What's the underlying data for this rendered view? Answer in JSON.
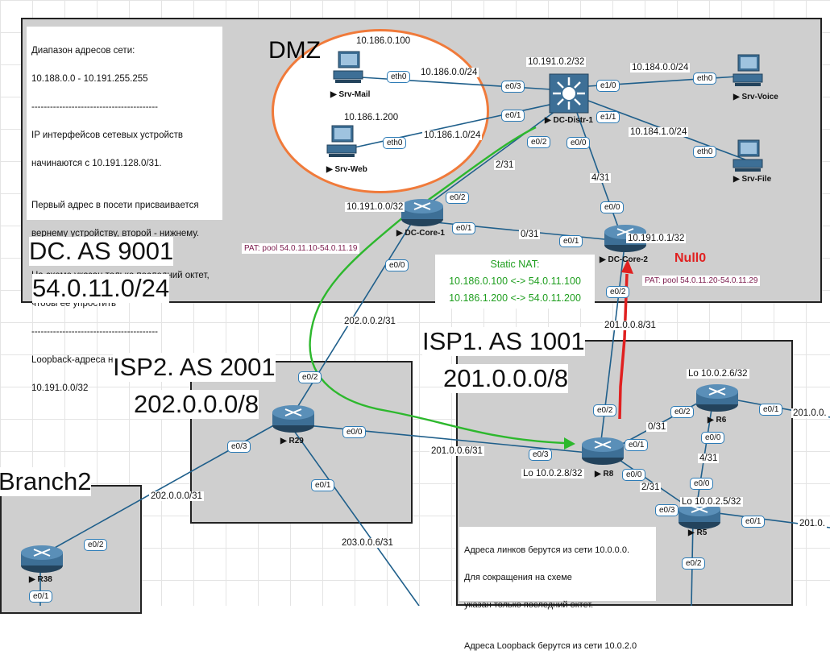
{
  "note_top": {
    "line1": "Диапазон адресов сети:",
    "line2": "10.188.0.0 - 10.191.255.255",
    "sep": "-----------------------------------------",
    "line3": "IP интерфейсов сетевых устройств",
    "line4": "начинаются с 10.191.128.0/31.",
    "line5": "Первый адрес в посети присваивается",
    "line6": "вернему устройству, второй - нижнему.",
    "line7": "На схеме указан только последний октет,",
    "line8": "чтобы ее упростить",
    "line9": "Loopback-адреса начинаются с",
    "line10": "10.191.0.0/32"
  },
  "titles": {
    "dmz": "DMZ",
    "dc_as": "DC. AS 9001",
    "dc_net": "54.0.11.0/24",
    "isp2_as": "ISP2. AS 2001",
    "isp2_net": "202.0.0.0/8",
    "isp1_as": "ISP1. AS 1001",
    "isp1_net": "201.0.0.0/8",
    "branch2": "Branch2"
  },
  "devices": {
    "srv_mail": "Srv-Mail",
    "srv_web": "Srv-Web",
    "srv_voice": "Srv-Voice",
    "srv_file": "Srv-File",
    "dc_distr": "DC-Distr-1",
    "dc_core1": "DC-Core-1",
    "dc_core2": "DC-Core-2",
    "r29": "R29",
    "r8": "R8",
    "r6": "R6",
    "r5": "R5",
    "r38": "R38"
  },
  "labels": {
    "ip_mail": "10.186.0.100",
    "ip_web": "10.186.1.200",
    "net_mail": "10.186.0.0/24",
    "net_web": "10.186.1.0/24",
    "distr_lo": "10.191.0.2/32",
    "net_voice": "10.184.0.0/24",
    "net_file": "10.184.1.0/24",
    "l_2_31": "2/31",
    "l_4_31": "4/31",
    "l_0_31": "0/31",
    "core1_lo": "10.191.0.0/32",
    "core2_lo": "10.191.0.1/32",
    "l_202_2": "202.0.0.2/31",
    "l_201_8": "201.0.0.8/31",
    "r6_lo": "Lo 10.0.2.6/32",
    "r8_lo": "Lo 10.0.2.8/32",
    "r5_lo": "Lo 10.0.2.5/32",
    "l_0_31b": "0/31",
    "l_4_31b": "4/31",
    "l_2_31b": "2/31",
    "l_201_6": "201.0.0.6/31",
    "l_202_0": "202.0.0.0/31",
    "l_203_6": "203.0.0.6/31",
    "r6_out": "201.0.0.",
    "r5_out": "201.0."
  },
  "ifaces": {
    "mail_eth0": "eth0",
    "web_eth0": "eth0",
    "voice_eth0": "eth0",
    "file_eth0": "eth0",
    "distr_e03": "e0/3",
    "distr_e01": "e0/1",
    "distr_e10": "e1/0",
    "distr_e11": "e1/1",
    "distr_e00": "e0/0",
    "distr_e02": "e0/2",
    "core1_e02": "e0/2",
    "core1_e01": "e0/1",
    "core1_e00": "e0/0",
    "core2_e00": "e0/0",
    "core2_e01": "e0/1",
    "core2_e02": "e0/2",
    "r29_e02": "e0/2",
    "r29_e00": "e0/0",
    "r29_e03": "e0/3",
    "r29_e01": "e0/1",
    "r8_e02": "e0/2",
    "r8_e01": "e0/1",
    "r8_e03": "e0/3",
    "r8_e00": "e0/0",
    "r6_e02": "e0/2",
    "r6_e01": "e0/1",
    "r6_e00": "e0/0",
    "r5_e00": "e0/0",
    "r5_e03": "e0/3",
    "r5_e01": "e0/1",
    "r5_e02": "e0/2",
    "r38_e02": "e0/2",
    "r38_e01": "e0/1"
  },
  "pat_core1": "PAT: pool 54.0.11.10-54.0.11.19",
  "pat_core2": "PAT: pool 54.0.11.20-54.0.11.29",
  "nat": {
    "title": "Static NAT:",
    "row1": "10.186.0.100 <-> 54.0.11.100",
    "row2": "10.186.1.200 <-> 54.0.11.200"
  },
  "null0": "Null0",
  "note_bottom": {
    "line1": "Адреса линков берутся из сети 10.0.0.0.",
    "line2": "Для сокращения на схеме",
    "line3": "указан только последний октет.",
    "line4": "Адреса Loopback берутся из сети 10.0.2.0"
  },
  "colors": {
    "area": "#cfcfcf",
    "link": "#1f5f8b",
    "green_path": "#2db82d",
    "red_arrow": "#e02020",
    "dmz_border": "#f07a3a"
  }
}
